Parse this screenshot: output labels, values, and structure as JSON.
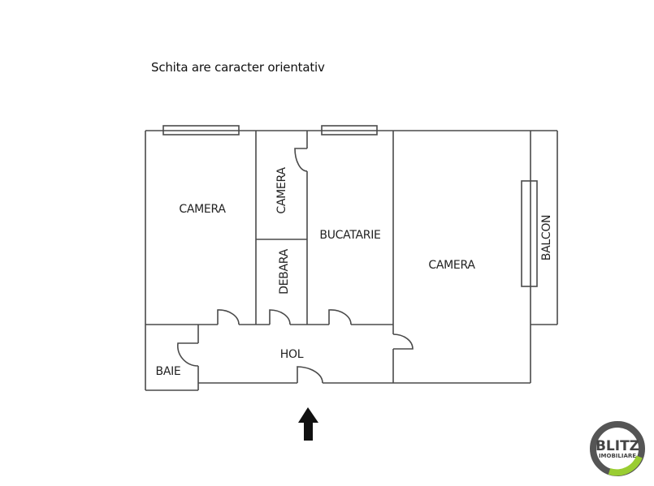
{
  "header": {
    "note": "Schita are caracter orientativ"
  },
  "rooms": [
    {
      "id": "camera-1",
      "label": "CAMERA",
      "orientation": "horizontal"
    },
    {
      "id": "camera-2",
      "label": "CAMERA",
      "orientation": "vertical"
    },
    {
      "id": "debara",
      "label": "DEBARA",
      "orientation": "vertical"
    },
    {
      "id": "bucatarie",
      "label": "BUCATARIE",
      "orientation": "horizontal"
    },
    {
      "id": "camera-3",
      "label": "CAMERA",
      "orientation": "horizontal"
    },
    {
      "id": "balcon",
      "label": "BALCON",
      "orientation": "vertical"
    },
    {
      "id": "hol",
      "label": "HOL",
      "orientation": "horizontal"
    },
    {
      "id": "baie",
      "label": "BAIE",
      "orientation": "horizontal"
    }
  ],
  "entrance": {
    "icon": "arrow-up-icon"
  },
  "logo": {
    "line1": "BLITZ",
    "line2": "IMOBILIARE",
    "ring_color": "#555555",
    "accent_color": "#9acd32"
  },
  "colors": {
    "wall": "#4a4a4a",
    "text": "#222222"
  }
}
